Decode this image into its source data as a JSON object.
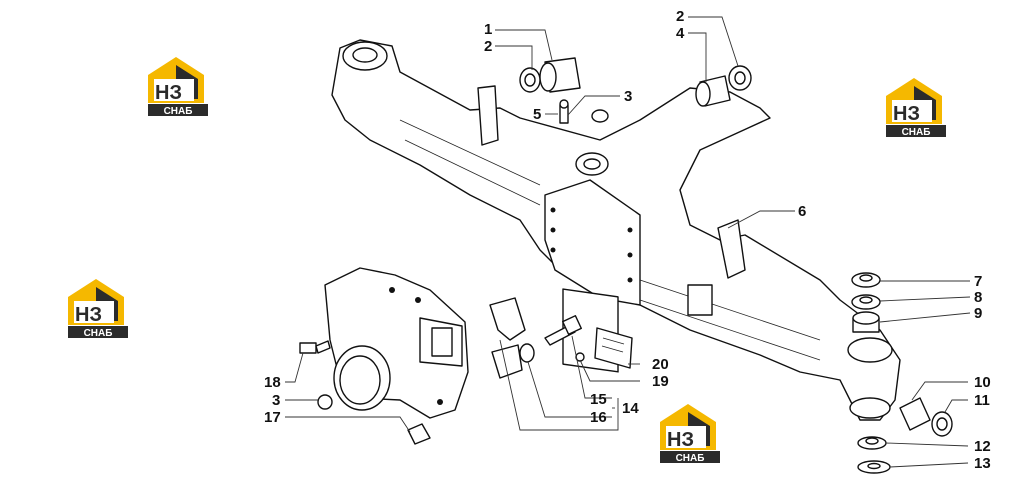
{
  "watermark": {
    "logo_text": "НЗ",
    "caption": "СНАБ",
    "color_accent": "#f5b800",
    "color_dark": "#2b2b2b"
  },
  "callouts": [
    {
      "id": "c1",
      "label": "1"
    },
    {
      "id": "c2a",
      "label": "2"
    },
    {
      "id": "c3a",
      "label": "3"
    },
    {
      "id": "c5",
      "label": "5"
    },
    {
      "id": "c2b",
      "label": "2"
    },
    {
      "id": "c4",
      "label": "4"
    },
    {
      "id": "c6",
      "label": "6"
    },
    {
      "id": "c7",
      "label": "7"
    },
    {
      "id": "c8",
      "label": "8"
    },
    {
      "id": "c9",
      "label": "9"
    },
    {
      "id": "c10",
      "label": "10"
    },
    {
      "id": "c11",
      "label": "11"
    },
    {
      "id": "c12",
      "label": "12"
    },
    {
      "id": "c13",
      "label": "13"
    },
    {
      "id": "c18",
      "label": "18"
    },
    {
      "id": "c3b",
      "label": "3"
    },
    {
      "id": "c17",
      "label": "17"
    },
    {
      "id": "c15",
      "label": "15"
    },
    {
      "id": "c16",
      "label": "16"
    },
    {
      "id": "c14",
      "label": "14"
    },
    {
      "id": "c20",
      "label": "20"
    },
    {
      "id": "c19",
      "label": "19"
    }
  ]
}
